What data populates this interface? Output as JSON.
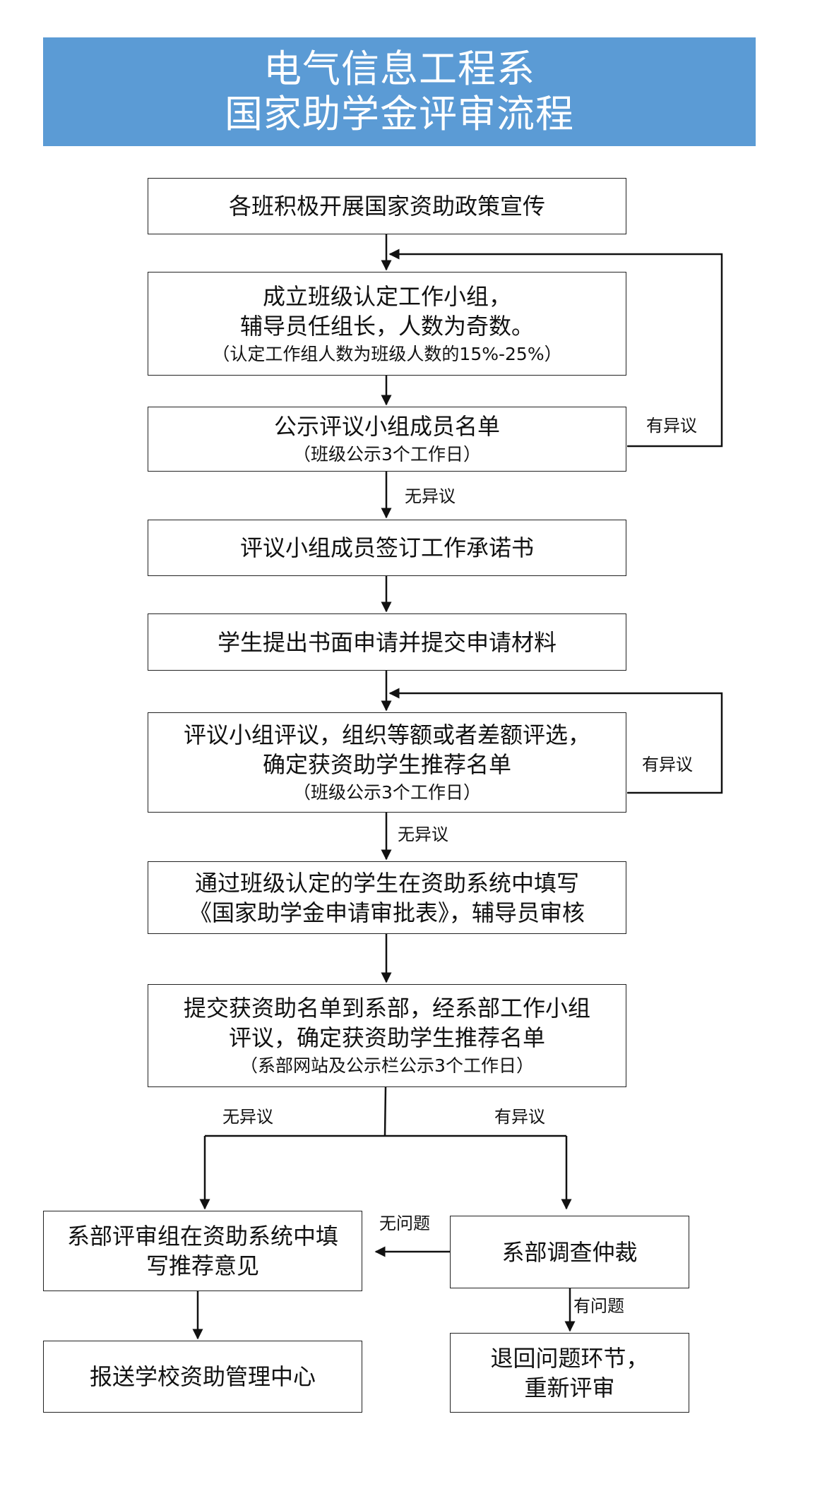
{
  "header": {
    "line1": "电气信息工程系",
    "line2": "国家助学金评审流程",
    "color": "#5b9bd5"
  },
  "steps": {
    "publicity": "各班积极开展国家资助政策宣传",
    "group_line1": "成立班级认定工作小组，",
    "group_line2": "辅导员任组长，人数为奇数。",
    "group_note": "（认定工作组人数为班级人数的15%-25%）",
    "announce_line1": "公示评议小组成员名单",
    "announce_note": "（班级公示3个工作日）",
    "commitment": "评议小组成员签订工作承诺书",
    "apply": "学生提出书面申请并提交申请材料",
    "review_line1": "评议小组评议，组织等额或者差额评选，",
    "review_line2": "确定获资助学生推荐名单",
    "review_note": "（班级公示3个工作日）",
    "fill_line1": "通过班级认定的学生在资助系统中填写",
    "fill_line2": "《国家助学金申请审批表》，辅导员审核",
    "dept_line1": "提交获资助名单到系部，经系部工作小组",
    "dept_line2": "评议，确定获资助学生推荐名单",
    "dept_note": "（系部网站及公示栏公示3个工作日）",
    "opinion_line1": "系部评审组在资助系统中填",
    "opinion_line2": "写推荐意见",
    "arbitration": "系部调查仲裁",
    "report": "报送学校资助管理中心",
    "return_line1": "退回问题环节，",
    "return_line2": "重新评审"
  },
  "labels": {
    "objection_1": "有异议",
    "no_objection_1": "无异议",
    "objection_2": "有异议",
    "no_objection_2": "无异议",
    "no_objection_3": "无异议",
    "objection_3": "有异议",
    "no_problem": "无问题",
    "has_problem": "有问题"
  }
}
